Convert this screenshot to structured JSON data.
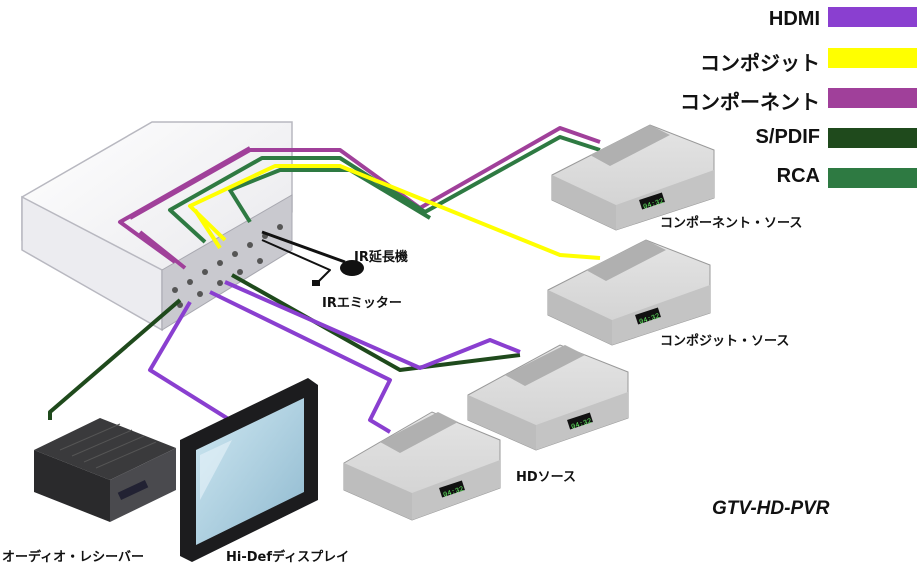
{
  "legend": [
    {
      "label": "HDMI",
      "color": "#8a3fd0"
    },
    {
      "label": "コンポジット",
      "color": "#ffff00"
    },
    {
      "label": "コンポーネント",
      "color": "#a0409a"
    },
    {
      "label": "S/PDIF",
      "color": "#1f4a1c"
    },
    {
      "label": "RCA",
      "color": "#2e7a42"
    }
  ],
  "labels": {
    "component_source": "コンポーネント・ソース",
    "composite_source": "コンポジット・ソース",
    "hd_source": "HDソース",
    "ir_extender": "IR延長機",
    "ir_emitter": "IRエミッター",
    "audio_receiver": "オーディオ・レシーバー",
    "hidef_display": "Hi-Defディスプレイ"
  },
  "display_readout": "04:32",
  "model_name": "GTV-HD-PVR"
}
